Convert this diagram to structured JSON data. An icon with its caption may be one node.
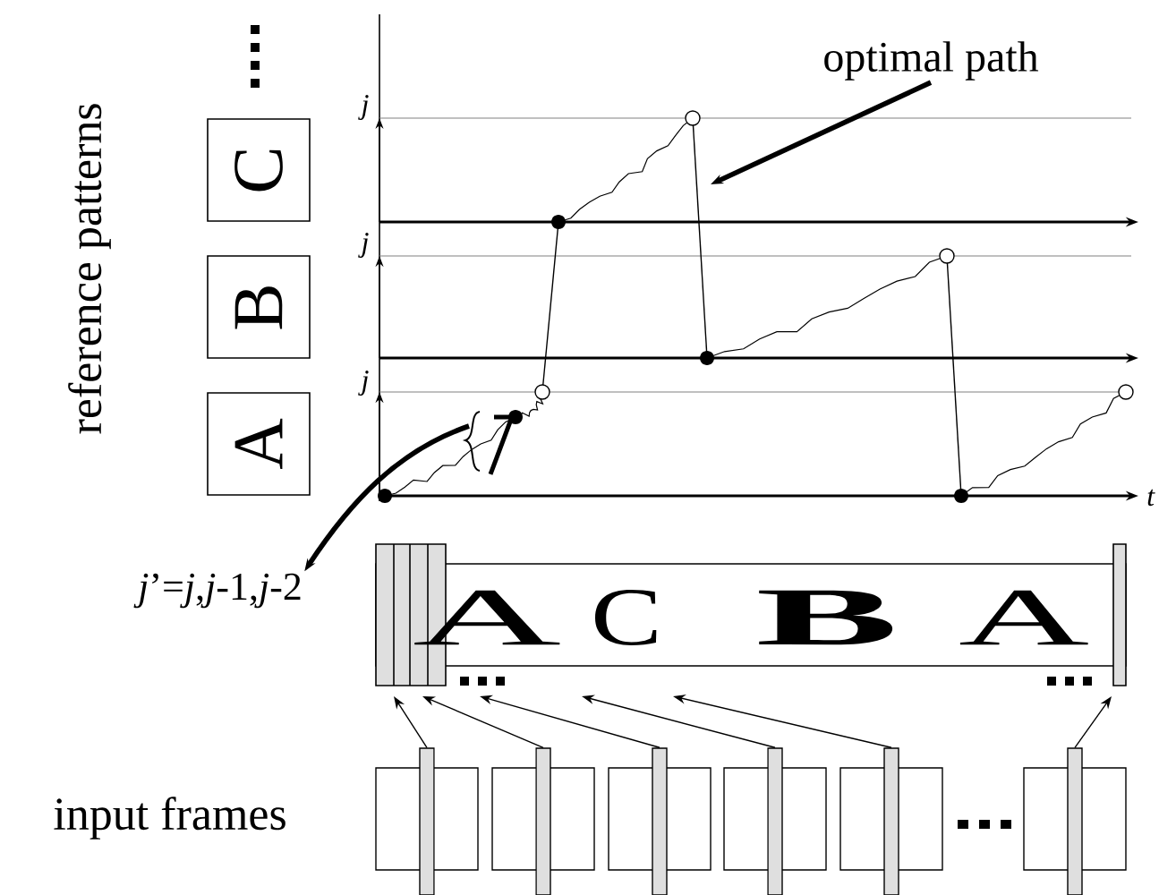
{
  "diagram": {
    "nodes": [
      {
        "text": [
          "A"
        ]
      },
      {
        "text": [
          "B"
        ]
      },
      {
        "text": [
          "C"
        ]
      },
      {
        "text": [
          "optimal path"
        ]
      },
      {
        "text": [
          "*j*’=*j*,*j*-1,*j*-2"
        ]
      },
      {
        "text": [
          "A",
          "C",
          "B",
          "A"
        ]
      },
      {
        "text": [],
        "shape": "box"
      },
      {
        "text": [],
        "shape": "box"
      },
      {
        "text": [],
        "shape": "box"
      },
      {
        "text": [],
        "shape": "box"
      },
      {
        "text": [],
        "shape": "box"
      },
      {
        "text": [],
        "shape": "box"
      }
    ],
    "edges": [
      {
        "from": 3,
        "to": null,
        "arrow": "to",
        "style": "thick"
      },
      {
        "from": null,
        "to": 4,
        "arrow": "to",
        "style": "thick"
      },
      {
        "from": 6,
        "to": 5,
        "arrow": "to"
      },
      {
        "from": 7,
        "to": 5,
        "arrow": "to"
      },
      {
        "from": 8,
        "to": 5,
        "arrow": "to"
      },
      {
        "from": 9,
        "to": 5,
        "arrow": "to"
      },
      {
        "from": 10,
        "to": 5,
        "arrow": "to"
      },
      {
        "from": 11,
        "to": 5,
        "arrow": "to"
      }
    ],
    "labels": [
      "reference patterns",
      "*j*",
      "*j*",
      "*j*",
      "*t*",
      "input frames"
    ]
  }
}
